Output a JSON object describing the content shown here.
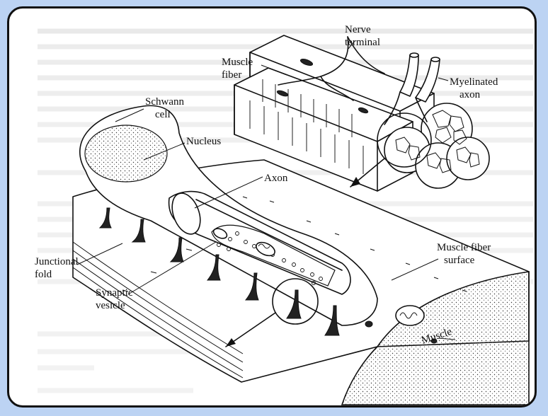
{
  "labels": {
    "nerve_terminal": [
      "Nerve",
      "terminal"
    ],
    "muscle_fiber": [
      "Muscle",
      "fiber"
    ],
    "myelinated_axon": [
      "Myelinated",
      "axon"
    ],
    "schwann_cell": [
      "Schwann",
      "cell"
    ],
    "nucleus": "Nucleus",
    "axon": "Axon",
    "junctional_fold": [
      "Junctional",
      "fold"
    ],
    "synaptic_vesicle": [
      "Synaptic",
      "vesicle"
    ],
    "muscle_fiber_surface": [
      "Muscle fiber",
      "surface"
    ],
    "muscle": "Muscle"
  },
  "colors": {
    "background": "#bcd3f3",
    "frame_border": "#111111",
    "ink": "#111111"
  }
}
